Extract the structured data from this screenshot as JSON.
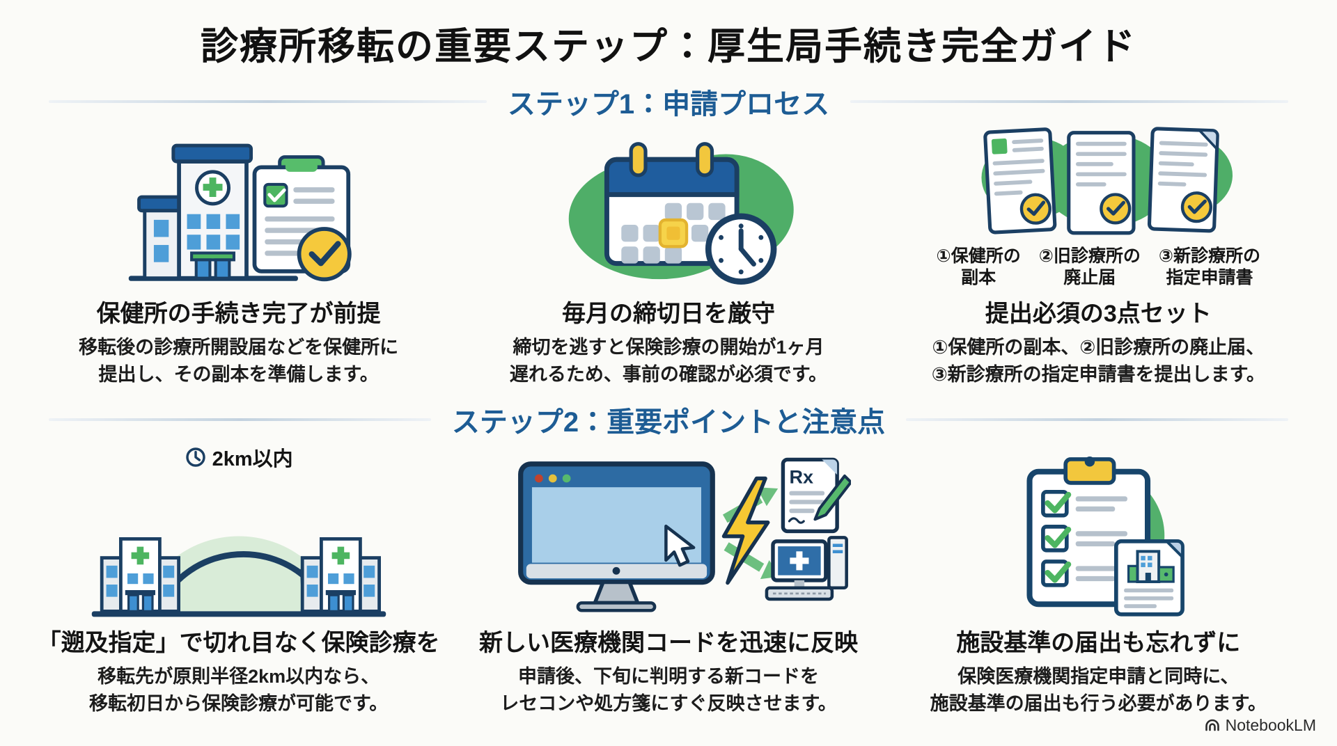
{
  "title": "診療所移転の重要ステップ：厚生局手続き完全ガイド",
  "step1": {
    "header": "ステップ1：申請プロセス",
    "cards": [
      {
        "heading": "保健所の手続き完了が前提",
        "body": "移転後の診療所開設届などを保健所に\n提出し、その副本を準備します。"
      },
      {
        "heading": "毎月の締切日を厳守",
        "body": "締切を逃すと保険診療の開始が1ヶ月\n遅れるため、事前の確認が必須です。"
      },
      {
        "heading": "提出必須の3点セット",
        "body": "①保健所の副本、②旧診療所の廃止届、\n③新診療所の指定申請書を提出します。",
        "doc_labels": [
          "①保健所の\n副本",
          "②旧診療所の\n廃止届",
          "③新診療所の\n指定申請書"
        ]
      }
    ]
  },
  "step2": {
    "header": "ステップ2：重要ポイントと注意点",
    "cards": [
      {
        "badge": "2km以内",
        "heading": "「遡及指定」で切れ目なく保険診療を",
        "body": "移転先が原則半径2km以内なら、\n移転初日から保険診療が可能です。"
      },
      {
        "heading": "新しい医療機関コードを迅速に反映",
        "body": "申請後、下旬に判明する新コードを\nレセコンや処方箋にすぐ反映させます。"
      },
      {
        "heading": "施設基準の届出も忘れずに",
        "body": "保険医療機関指定申請と同時に、\n施設基準の届出も行う必要があります。"
      }
    ]
  },
  "icons": {
    "rx_label": "Rx"
  },
  "footer": {
    "brand": "NotebookLM"
  },
  "colors": {
    "background": "#fbfbf8",
    "section_title_blue": "#1d5c94",
    "navy_outline": "#1b3f63",
    "green": "#4fae68",
    "check_green": "#4db561",
    "window_blue": "#4e9ed8",
    "accent_yellow": "#f5c93c",
    "light_green_area": "#d9ecd8",
    "gray_line": "#b6c1cc"
  }
}
